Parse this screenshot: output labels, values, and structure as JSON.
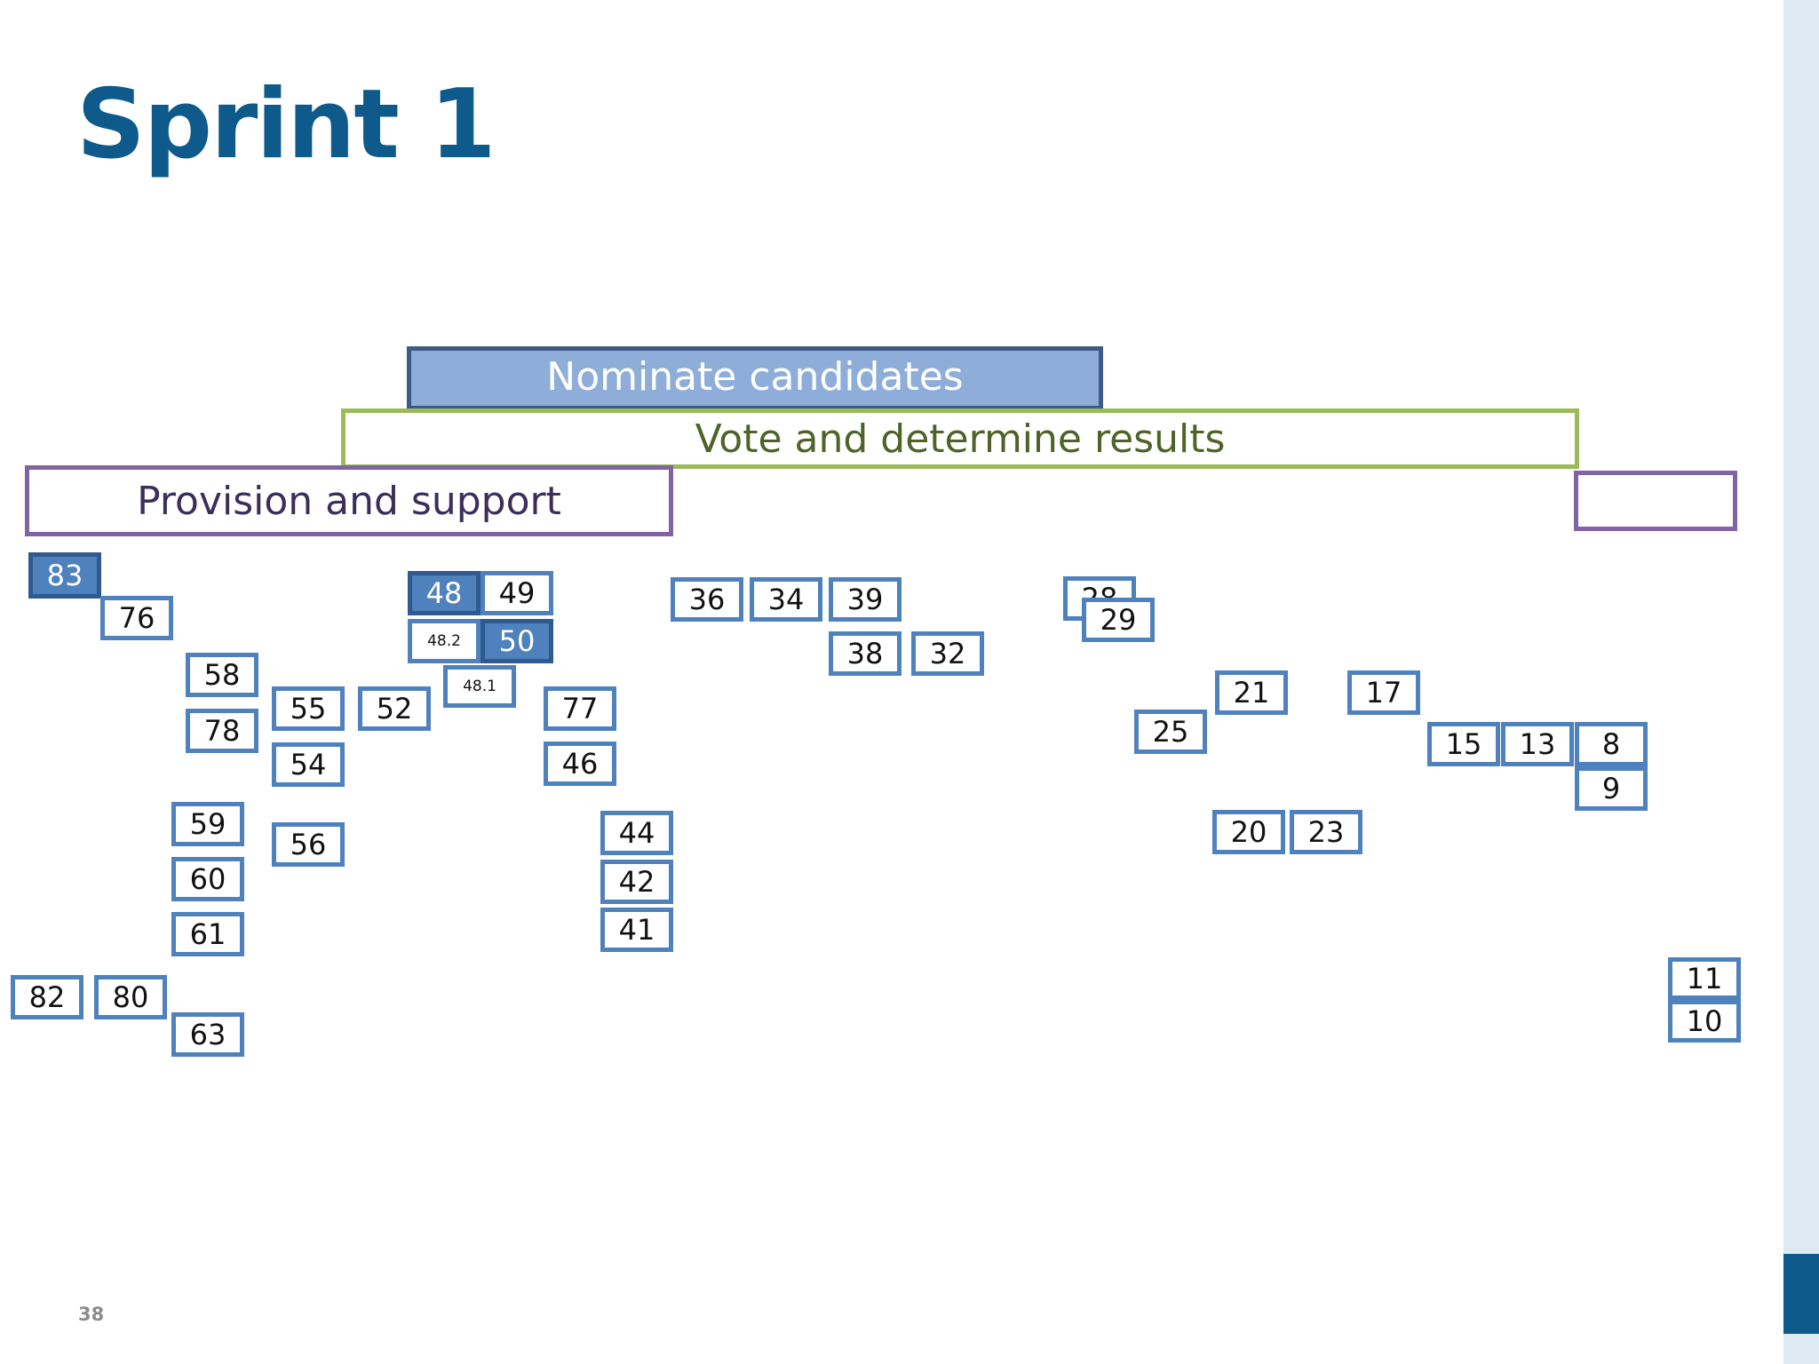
{
  "slide": {
    "title": "Sprint 1",
    "page_number": "38"
  },
  "bands": {
    "nominate": "Nominate candidates",
    "vote": "Vote and determine results",
    "provision": "Provision and support",
    "empty": ""
  },
  "colors": {
    "title": "#0e5a8a",
    "card_border": "#4f81bd",
    "card_fill_selected": "#4f81bd",
    "nominate_fill": "#8eaed9",
    "nominate_border": "#3e5a87",
    "vote_border": "#9bbb59",
    "provision_border": "#8064a2"
  },
  "cards": [
    {
      "label": "83",
      "selected": true
    },
    {
      "label": "76"
    },
    {
      "label": "58"
    },
    {
      "label": "78"
    },
    {
      "label": "55"
    },
    {
      "label": "54"
    },
    {
      "label": "52"
    },
    {
      "label": "48",
      "selected": true
    },
    {
      "label": "49"
    },
    {
      "label": "48.2"
    },
    {
      "label": "50",
      "selected": true
    },
    {
      "label": "48.1"
    },
    {
      "label": "77"
    },
    {
      "label": "46"
    },
    {
      "label": "59"
    },
    {
      "label": "60"
    },
    {
      "label": "61"
    },
    {
      "label": "56"
    },
    {
      "label": "82"
    },
    {
      "label": "80"
    },
    {
      "label": "63"
    },
    {
      "label": "44"
    },
    {
      "label": "42"
    },
    {
      "label": "41"
    },
    {
      "label": "36"
    },
    {
      "label": "34"
    },
    {
      "label": "39"
    },
    {
      "label": "38"
    },
    {
      "label": "32"
    },
    {
      "label": "28"
    },
    {
      "label": "29"
    },
    {
      "label": "25"
    },
    {
      "label": "21"
    },
    {
      "label": "17"
    },
    {
      "label": "15"
    },
    {
      "label": "13"
    },
    {
      "label": "8"
    },
    {
      "label": "9"
    },
    {
      "label": "20"
    },
    {
      "label": "23"
    },
    {
      "label": "11"
    },
    {
      "label": "10"
    }
  ]
}
